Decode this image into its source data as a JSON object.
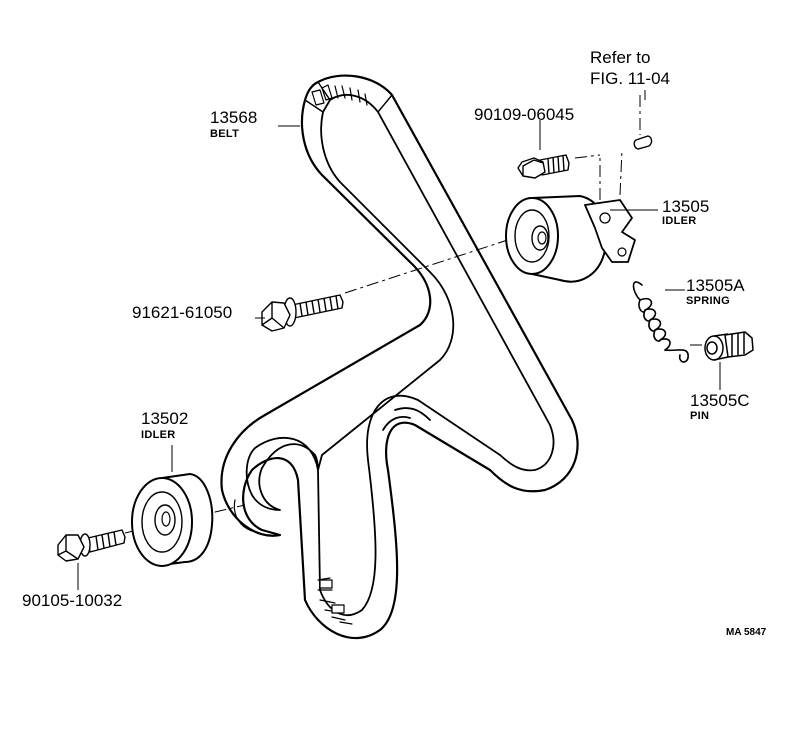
{
  "reference": {
    "line1": "Refer to",
    "line2": "FIG. 11-04"
  },
  "parts": {
    "belt": {
      "number": "13568",
      "name": "BELT"
    },
    "idler_upper": {
      "number": "13505",
      "name": "IDLER"
    },
    "spring": {
      "number": "13505A",
      "name": "SPRING"
    },
    "pin": {
      "number": "13505C",
      "name": "PIN"
    },
    "idler_lower": {
      "number": "13502",
      "name": "IDLER"
    },
    "bolt_upper": {
      "number": "90109-06045"
    },
    "bolt_middle": {
      "number": "91621-61050"
    },
    "bolt_lower": {
      "number": "90105-10032"
    }
  },
  "diagram_code": "MA 5847",
  "icons": [
    "timing-belt-icon",
    "idler-pulley-icon",
    "tension-spring-icon",
    "pin-icon",
    "bolt-icon",
    "dowel-pin-icon"
  ]
}
